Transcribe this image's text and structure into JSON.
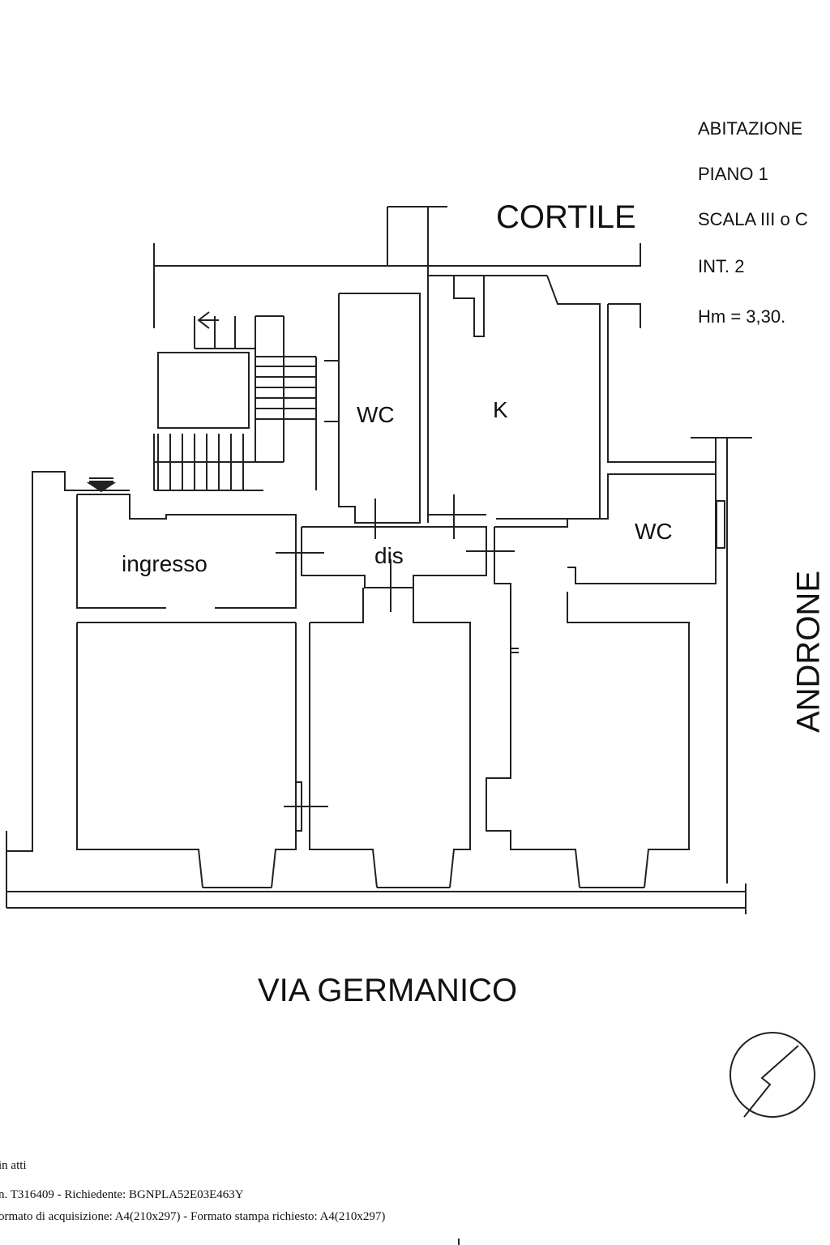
{
  "info": {
    "line1": "ABITAZIONE",
    "line2": "PIANO 1",
    "line3": "SCALA III o C",
    "line4": "INT. 2",
    "line5": "Hm = 3,30."
  },
  "surroundings": {
    "cortile": "CORTILE",
    "androne": "ANDRONE",
    "street": "VIA GERMANICO"
  },
  "rooms": {
    "wc_left": "WC",
    "kitchen": "K",
    "wc_right": "WC",
    "ingresso": "ingresso",
    "dis": "dis"
  },
  "footer": {
    "line1": "in atti",
    "line2": "n. T316409 - Richiedente: BGNPLA52E03E463Y",
    "line3": "ormato di acquisizione: A4(210x297)  - Formato stampa richiesto: A4(210x297)"
  }
}
